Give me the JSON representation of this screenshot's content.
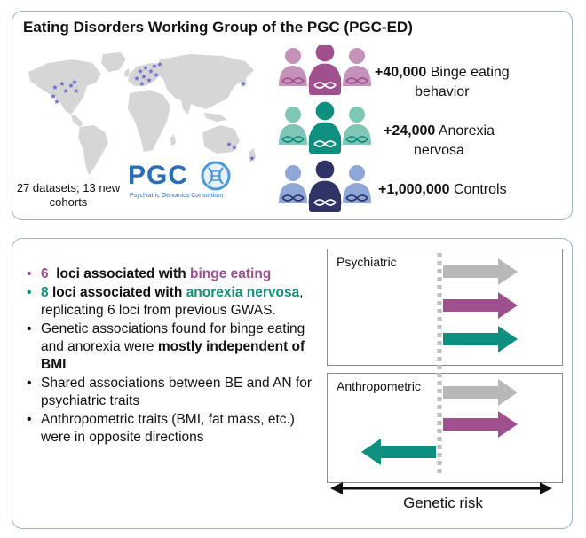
{
  "title": "Eating Disorders Working Group of the PGC (PGC-ED)",
  "map": {
    "datasets_text": "27 datasets; 13 new cohorts",
    "logo_text": "PGC",
    "logo_subtitle": "Psychiatric Genomics Consortium"
  },
  "cohorts": [
    {
      "number": "+40,000",
      "label": "Binge eating behavior",
      "line1_rest": "Binge eating",
      "line2": "behavior",
      "color": "#a1508f",
      "light_color": "#c592b9"
    },
    {
      "number": "+24,000",
      "label": "Anorexia nervosa",
      "line1_rest": "Anorexia",
      "line2": "nervosa",
      "color": "#0e8f80",
      "light_color": "#7fc6b6"
    },
    {
      "number": "+1,000,000",
      "label": "Controls",
      "line1_rest": "Controls",
      "line2": "",
      "color": "#2e3566",
      "light_color": "#8fa7d8"
    }
  ],
  "findings": [
    {
      "num": "6",
      "text": "loci associated with",
      "highlight": "binge eating",
      "rest": ""
    },
    {
      "num": "8",
      "text": "loci associated with",
      "highlight": "anorexia nervosa",
      "rest": ", replicating 6 loci from previous GWAS."
    },
    {
      "pre": "Genetic associations found for binge eating and anorexia were",
      "bold": "mostly independent of BMI"
    },
    {
      "text": "Shared associations between BE and AN for psychiatric traits"
    },
    {
      "text": "Anthropometric traits (BMI, fat mass, etc.) were in opposite directions"
    }
  ],
  "trait_boxes": {
    "psychiatric_label": "Psychiatric",
    "anthropometric_label": "Anthropometric"
  },
  "arrows": {
    "psychiatric": [
      {
        "series": "Controls",
        "direction": "right",
        "color": "#b8b8b8"
      },
      {
        "series": "Binge eating",
        "direction": "right",
        "color": "#a1508f"
      },
      {
        "series": "Anorexia nervosa",
        "direction": "right",
        "color": "#0e8f80"
      }
    ],
    "anthropometric": [
      {
        "series": "Controls",
        "direction": "right",
        "color": "#b8b8b8"
      },
      {
        "series": "Binge eating",
        "direction": "right",
        "color": "#a1508f"
      },
      {
        "series": "Anorexia nervosa",
        "direction": "left",
        "color": "#0e8f80"
      }
    ]
  },
  "axis_label": "Genetic risk",
  "colors": {
    "panel_border": "#9fb2cc",
    "pink": "#a1508f",
    "teal": "#0e8f80",
    "navy": "#2e3566",
    "map": "#d6d6d6",
    "star": "#6666cc"
  }
}
